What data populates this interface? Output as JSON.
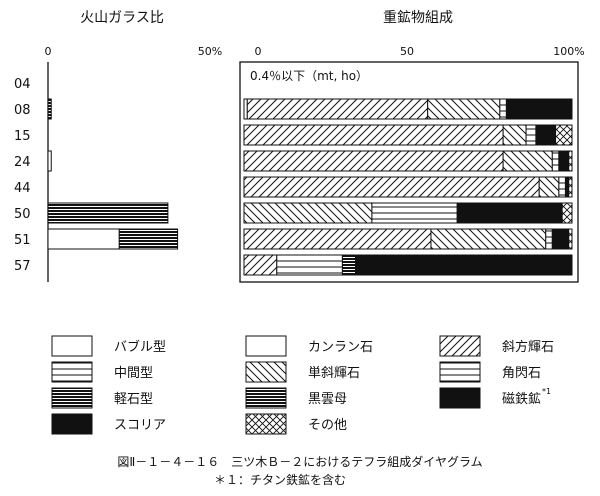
{
  "chart_data": [
    {
      "type": "bar",
      "stacked": true,
      "orientation": "horizontal",
      "title": "火山ガラス比",
      "xlim": [
        0,
        50
      ],
      "x_ticks": [
        "0",
        "50%"
      ],
      "categories": [
        "04",
        "08",
        "15",
        "24",
        "44",
        "50",
        "51",
        "57"
      ],
      "series": [
        {
          "name": "バブル型",
          "pattern": "white",
          "values": [
            0,
            0,
            0,
            1,
            0,
            0,
            22,
            0
          ]
        },
        {
          "name": "中間型",
          "pattern": "hlines-light",
          "values": [
            0,
            0,
            0,
            0,
            0,
            0,
            0,
            0
          ]
        },
        {
          "name": "軽石型",
          "pattern": "hlines-dense",
          "values": [
            0,
            1,
            0,
            0,
            0,
            37,
            18,
            0
          ]
        },
        {
          "name": "スコリア",
          "pattern": "black",
          "values": [
            0,
            0,
            0,
            0,
            0,
            0,
            0,
            0
          ]
        }
      ]
    },
    {
      "type": "bar",
      "stacked": true,
      "orientation": "horizontal",
      "title": "重鉱物組成",
      "xlim": [
        0,
        100
      ],
      "x_ticks": [
        "0",
        "50",
        "100%"
      ],
      "categories": [
        "04",
        "08",
        "15",
        "24",
        "44",
        "50",
        "51",
        "57"
      ],
      "annotations": [
        {
          "category": "04",
          "text": "0.4％以下（mt, ho）"
        }
      ],
      "series": [
        {
          "name": "カンラン石",
          "pattern": "white",
          "values": [
            0,
            1,
            0,
            0,
            0,
            0,
            0,
            0
          ]
        },
        {
          "name": "斜方輝石",
          "pattern": "diag-fwd",
          "values": [
            0,
            55,
            79,
            79,
            90,
            0,
            57,
            10
          ]
        },
        {
          "name": "単斜輝石",
          "pattern": "diag-back",
          "values": [
            0,
            22,
            7,
            15,
            6,
            39,
            35,
            0
          ]
        },
        {
          "name": "角閃石",
          "pattern": "hlines-light",
          "values": [
            0,
            2,
            3,
            2,
            2,
            26,
            2,
            20
          ]
        },
        {
          "name": "黒雲母",
          "pattern": "hlines-dense",
          "values": [
            0,
            0,
            0,
            0,
            0,
            0,
            0,
            4
          ]
        },
        {
          "name": "磁鉄鉱",
          "pattern": "black",
          "values": [
            0,
            20,
            6,
            3,
            1,
            32,
            5,
            66
          ]
        },
        {
          "name": "その他",
          "pattern": "cross",
          "values": [
            0,
            0,
            5,
            1,
            1,
            3,
            1,
            0
          ]
        }
      ]
    }
  ],
  "legend": [
    {
      "label": "バブル型",
      "pattern": "white"
    },
    {
      "label": "カンラン石",
      "pattern": "white"
    },
    {
      "label": "斜方輝石",
      "pattern": "diag-fwd"
    },
    {
      "label": "中間型",
      "pattern": "hlines-light"
    },
    {
      "label": "単斜輝石",
      "pattern": "diag-back"
    },
    {
      "label": "角閃石",
      "pattern": "hlines-light"
    },
    {
      "label": "軽石型",
      "pattern": "hlines-dense"
    },
    {
      "label": "黒雲母",
      "pattern": "hlines-dense"
    },
    {
      "label": "磁鉄鉱",
      "pattern": "black",
      "sup": "*1"
    },
    {
      "label": "スコリア",
      "pattern": "black"
    },
    {
      "label": "その他",
      "pattern": "cross"
    }
  ],
  "caption": {
    "line1": "図Ⅱ－１－４－１６　三ツ木Ｂ－２におけるテフラ組成ダイヤグラム",
    "line2": "＊１：チタン鉄鉱を含む"
  }
}
